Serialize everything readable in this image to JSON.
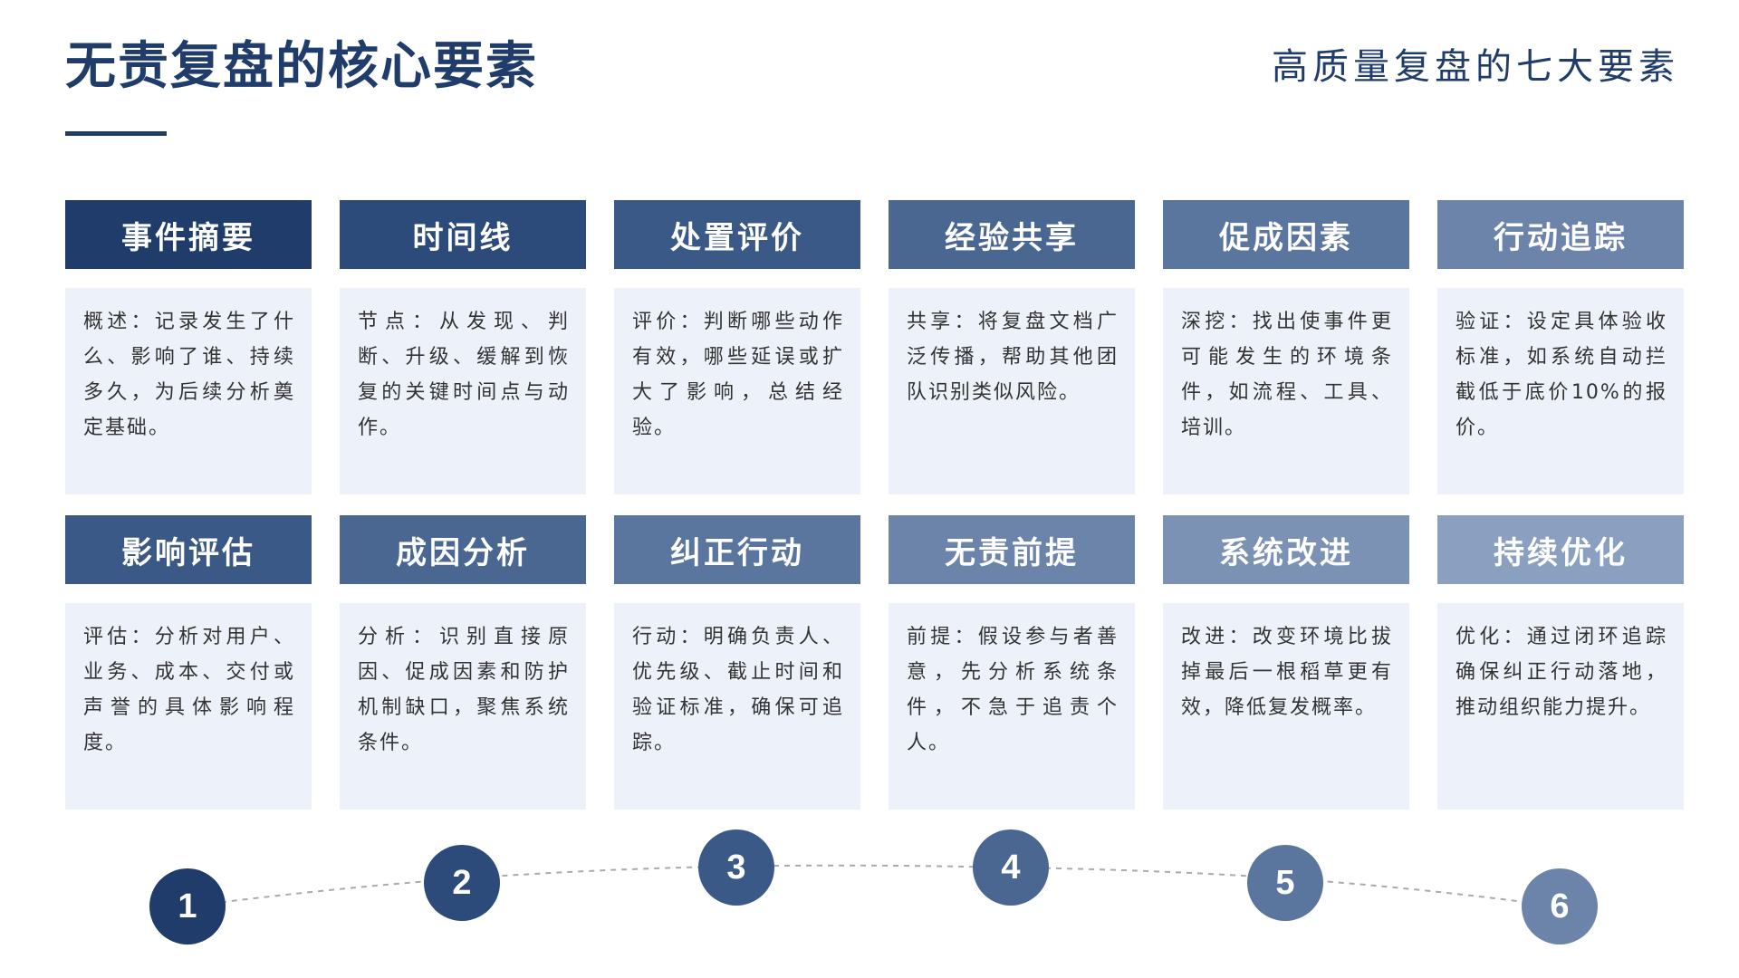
{
  "header": {
    "title": "无责复盘的核心要素",
    "subtitle": "高质量复盘的七大要素"
  },
  "colors": {
    "title": "#1f3c6b",
    "card_body_bg": "#edf2fa",
    "dashed_line": "#aaaaaa"
  },
  "cards": [
    {
      "title": "事件摘要",
      "text": "概述：记录发生了什么、影响了谁、持续多久，为后续分析奠定基础。",
      "color": "#1f3c6b"
    },
    {
      "title": "时间线",
      "text": "节点：从发现、判断、升级、缓解到恢复的关键时间点与动作。",
      "color": "#2c4a7a"
    },
    {
      "title": "处置评价",
      "text": "评价：判断哪些动作有效，哪些延误或扩大了影响，总结经验。",
      "color": "#3b5987"
    },
    {
      "title": "经验共享",
      "text": "共享：将复盘文档广泛传播，帮助其他团队识别类似风险。",
      "color": "#4a6792"
    },
    {
      "title": "促成因素",
      "text": "深挖：找出使事件更可能发生的环境条件，如流程、工具、培训。",
      "color": "#5a759e"
    },
    {
      "title": "行动追踪",
      "text": "验证：设定具体验收标准，如系统自动拦截低于底价10%的报价。",
      "color": "#6c84aa"
    },
    {
      "title": "影响评估",
      "text": "评估：分析对用户、业务、成本、交付或声誉的具体影响程度。",
      "color": "#3b5987"
    },
    {
      "title": "成因分析",
      "text": "分析：识别直接原因、促成因素和防护机制缺口，聚焦系统条件。",
      "color": "#4a6792"
    },
    {
      "title": "纠正行动",
      "text": "行动：明确负责人、优先级、截止时间和验证标准，确保可追踪。",
      "color": "#5a759e"
    },
    {
      "title": "无责前提",
      "text": "前提：假设参与者善意，先分析系统条件，不急于追责个人。",
      "color": "#6c84aa"
    },
    {
      "title": "系统改进",
      "text": "改进：改变环境比拔掉最后一根稻草更有效，降低复发概率。",
      "color": "#7b92b5"
    },
    {
      "title": "持续优化",
      "text": "优化：通过闭环追踪确保纠正行动落地，推动组织能力提升。",
      "color": "#8ba0c0"
    }
  ],
  "steps": [
    {
      "label": "1",
      "color": "#1f3c6b"
    },
    {
      "label": "2",
      "color": "#2c4a7a"
    },
    {
      "label": "3",
      "color": "#3b5987"
    },
    {
      "label": "4",
      "color": "#4a6792"
    },
    {
      "label": "5",
      "color": "#5a759e"
    },
    {
      "label": "6",
      "color": "#6c84aa"
    }
  ]
}
